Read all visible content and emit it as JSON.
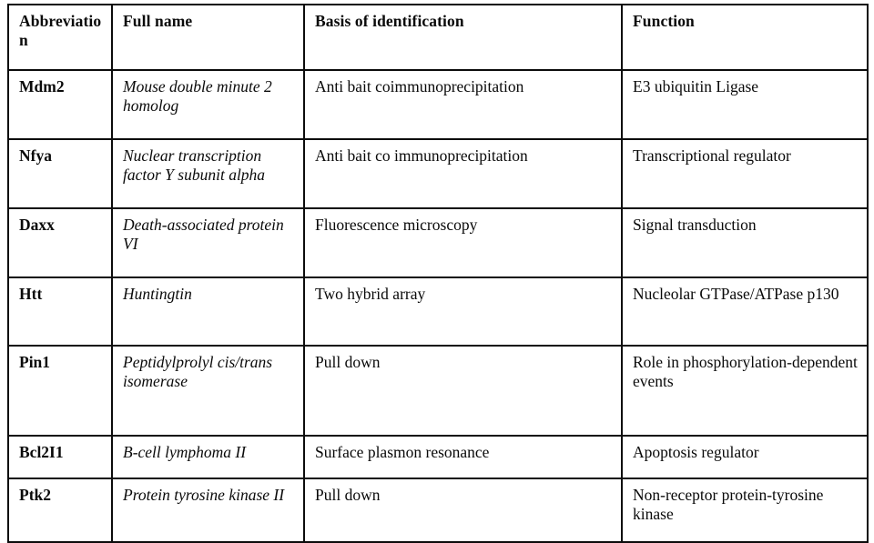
{
  "table": {
    "columns": [
      {
        "key": "abbreviation",
        "label": "Abbreviation"
      },
      {
        "key": "full_name",
        "label": "Full name"
      },
      {
        "key": "basis",
        "label": "Basis of identification"
      },
      {
        "key": "function",
        "label": "Function"
      }
    ],
    "rows": [
      {
        "abbreviation": "Mdm2",
        "full_name": "Mouse double minute 2 homolog",
        "basis": "Anti bait coimmunoprecipitation",
        "function": "E3 ubiquitin Ligase"
      },
      {
        "abbreviation": "Nfya",
        "full_name": "Nuclear transcription factor Y subunit alpha",
        "basis": "Anti bait co immunoprecipitation",
        "function": "Transcriptional regulator"
      },
      {
        "abbreviation": "Daxx",
        "full_name": "Death-associated protein VI",
        "basis": "Fluorescence microscopy",
        "function": "Signal transduction"
      },
      {
        "abbreviation": "Htt",
        "full_name": "Huntingtin",
        "basis": "Two hybrid array",
        "function": "Nucleolar GTPase/ATPase p130"
      },
      {
        "abbreviation": "Pin1",
        "full_name": "Peptidylprolyl cis/trans isomerase",
        "basis": "Pull down",
        "function": "Role in phosphorylation-dependent events"
      },
      {
        "abbreviation": "Bcl2I1",
        "full_name": "B-cell lymphoma II",
        "basis": "Surface plasmon resonance",
        "function": "Apoptosis regulator"
      },
      {
        "abbreviation": "Ptk2",
        "full_name": "Protein tyrosine kinase II",
        "basis": "Pull down",
        "function": "Non-receptor protein-tyrosine kinase"
      }
    ]
  },
  "style": {
    "border_color": "#0c0c0c",
    "text_color": "#0a0a0a",
    "background": "#ffffff"
  }
}
